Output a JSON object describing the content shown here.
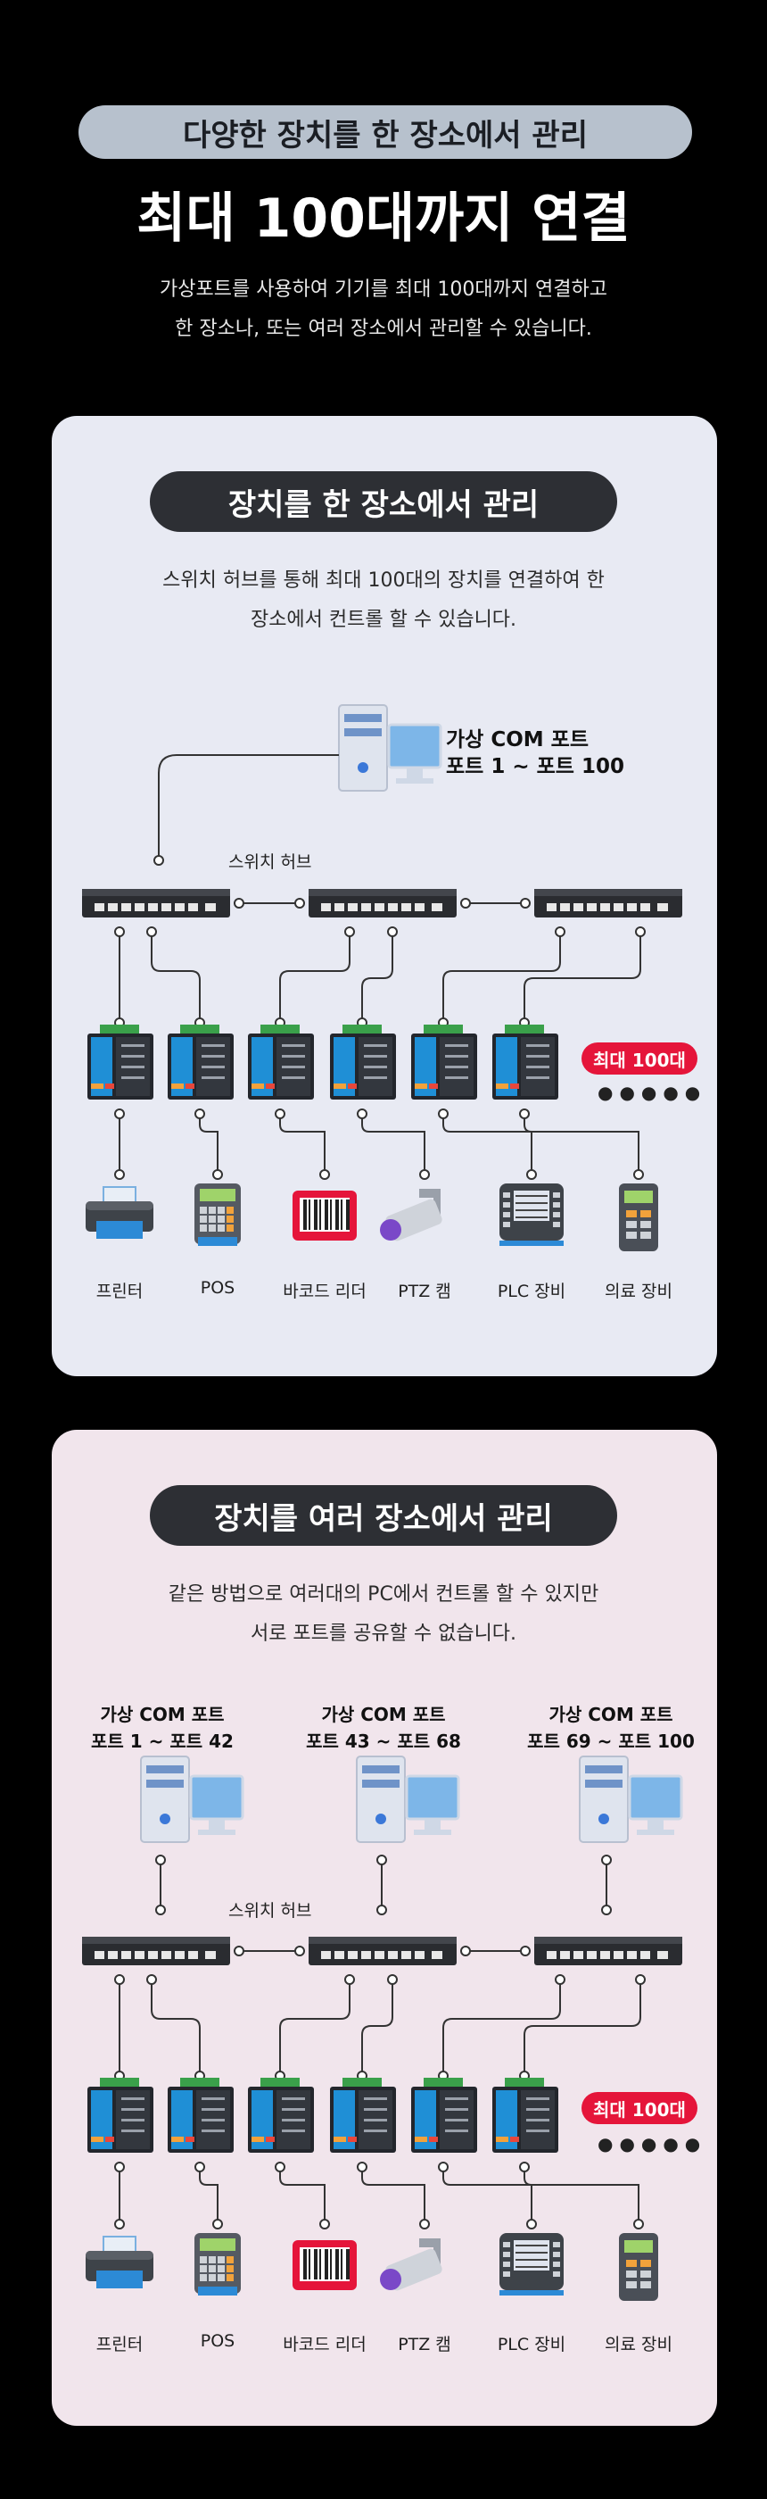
{
  "header": {
    "pill": "다양한 장치를 한 장소에서 관리",
    "headline": "최대 100대까지 연결",
    "intro_line1": "가상포트를 사용하여 기기를 최대 100대까지 연결하고",
    "intro_line2": "한 장소나, 또는 여러 장소에서 관리할 수 있습니다."
  },
  "section1": {
    "title": "장치를 한 장소에서 관리",
    "desc_line1": "스위치 허브를 통해 최대 100대의 장치를 연결하여 한",
    "desc_line2": "장소에서 컨트롤 할 수 있습니다.",
    "pc_label_line1": "가상 COM 포트",
    "pc_label_line2": "포트 1 ~ 포트 100",
    "hub_label": "스위치 허브",
    "badge": "최대 100대",
    "dots": "●●●●●"
  },
  "section2": {
    "title": "장치를 여러 장소에서 관리",
    "desc_line1": "같은 방법으로 여러대의 PC에서 컨트롤 할 수 있지만",
    "desc_line2": "서로 포트를 공유할 수 없습니다.",
    "pcs": [
      {
        "line1": "가상 COM 포트",
        "line2": "포트 1 ~ 포트 42"
      },
      {
        "line1": "가상 COM 포트",
        "line2": "포트 43 ~ 포트 68"
      },
      {
        "line1": "가상 COM 포트",
        "line2": "포트 69 ~ 포트 100"
      }
    ],
    "hub_label": "스위치 허브",
    "badge": "최대 100대",
    "dots": "●●●●●"
  },
  "devices": [
    "프린터",
    "POS",
    "바코드 리더",
    "PTZ 캠",
    "PLC 장비",
    "의료 장비"
  ],
  "device_icons": [
    "printer-icon",
    "pos-terminal-icon",
    "barcode-reader-icon",
    "ptz-camera-icon",
    "plc-device-icon",
    "medical-device-icon"
  ],
  "colors": {
    "background": "#000000",
    "card1": "#e8eaf3",
    "card2": "#f1e5ec",
    "badge": "#e5153a",
    "pill_dark": "#2d2f34",
    "pill_light": "#b7c1cd",
    "converter_blue": "#1f8fd6"
  }
}
